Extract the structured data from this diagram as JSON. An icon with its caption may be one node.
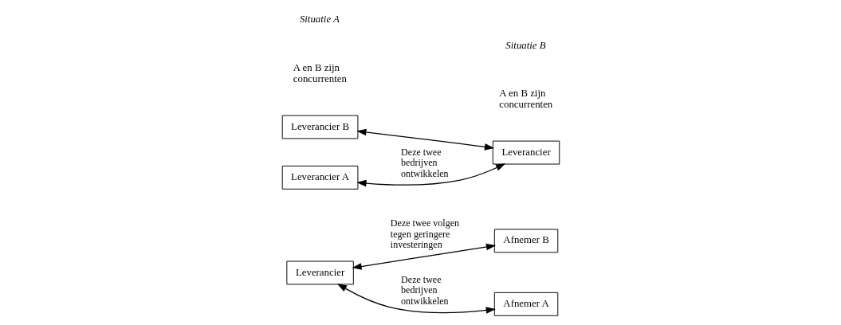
{
  "diagram": {
    "nodes": [
      {
        "text": [
          "Leverancier"
        ]
      },
      {
        "text": [
          "Afnemer B"
        ]
      },
      {
        "text": [
          "Afnemer A"
        ]
      },
      {
        "text": [
          "Leverancier B"
        ]
      },
      {
        "text": [
          "Leverancier A"
        ]
      },
      {
        "text": [
          "Leverancier"
        ]
      }
    ],
    "edges": [
      {
        "from": 0,
        "to": 1,
        "arrow": "both",
        "label": "Deze twee volgen tegen geringere investeringen"
      },
      {
        "from": 0,
        "to": 2,
        "arrow": "both",
        "label": "Deze twee bedrijven ontwikkelen"
      },
      {
        "from": 3,
        "to": 5,
        "arrow": "both"
      },
      {
        "from": 4,
        "to": 5,
        "arrow": "both",
        "label": "Deze twee bedrijven ontwikkelen"
      }
    ],
    "labels": [
      "A en B zijn concurrenten",
      "A en B zijn concurrenten",
      "Situatie A",
      "Situatie B"
    ]
  }
}
